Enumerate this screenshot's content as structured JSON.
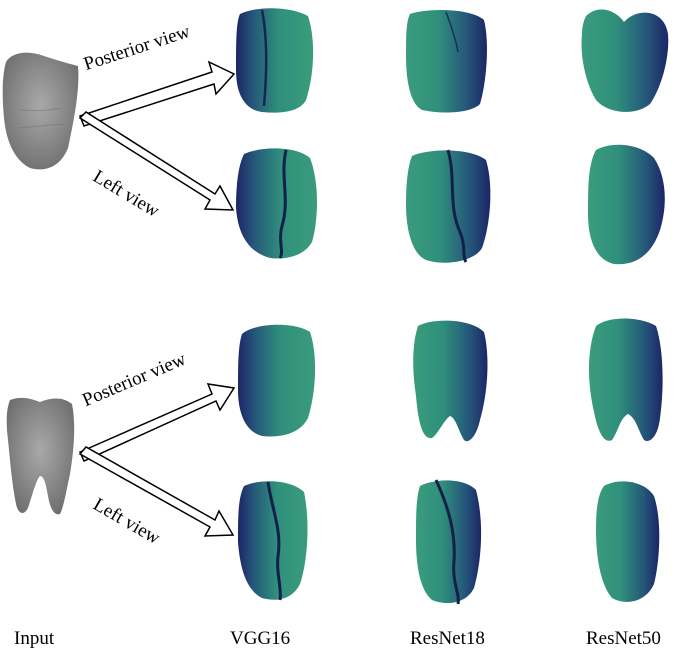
{
  "labels": {
    "posterior": "Posterior view",
    "left": "Left view"
  },
  "columns": {
    "input": "Input",
    "vgg16": "VGG16",
    "resnet18": "ResNet18",
    "resnet50": "ResNet50"
  },
  "colors": {
    "tooth_fill": "#2f8f7c",
    "tooth_shadow": "#1f2f6f",
    "input_gray": "#8c8c8c",
    "arrow": "#000000"
  }
}
